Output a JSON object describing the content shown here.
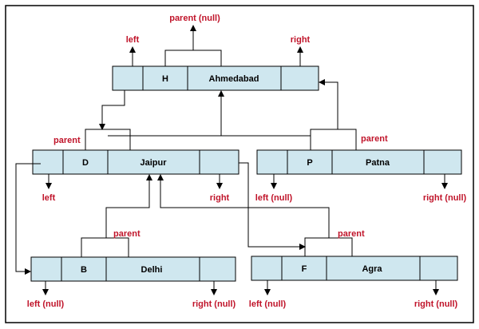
{
  "colors": {
    "node_fill": "#cfe7ef",
    "pointer_label": "#c0142a",
    "line": "#000000"
  },
  "nodes": {
    "ahmedabad": {
      "key": "H",
      "value": "Ahmedabad",
      "left_label": "left",
      "right_label": "right",
      "parent_label": "parent (null)"
    },
    "jaipur": {
      "key": "D",
      "value": "Jaipur",
      "left_label": "left",
      "right_label": "right",
      "parent_label": "parent"
    },
    "patna": {
      "key": "P",
      "value": "Patna",
      "left_label": "left (null)",
      "right_label": "right (null)",
      "parent_label": "parent"
    },
    "delhi": {
      "key": "B",
      "value": "Delhi",
      "left_label": "left (null)",
      "right_label": "right (null)",
      "parent_label": "parent"
    },
    "agra": {
      "key": "F",
      "value": "Agra",
      "left_label": "left (null)",
      "right_label": "right (null)",
      "parent_label": "parent"
    }
  }
}
